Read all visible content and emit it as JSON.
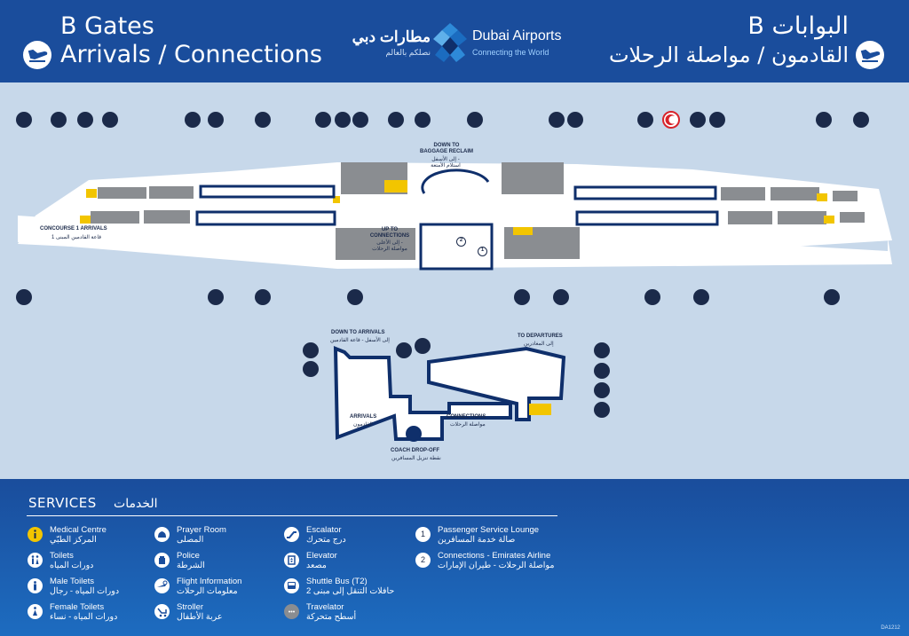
{
  "header": {
    "title_en": "B Gates",
    "subtitle_en": "Arrivals / Connections",
    "title_ar": "البوابات B",
    "subtitle_ar": "القادمون / مواصلة الرحلات",
    "logo_ar_name": "مطارات دبي",
    "logo_ar_tagline": "نصلكم بالعالم",
    "logo_en_name": "Dubai Airports",
    "logo_en_tagline": "Connecting the World",
    "brand_color": "#1a4d9c"
  },
  "map_labels": {
    "down_to_baggage_en": "DOWN TO\nBAGGAGE RECLAIM",
    "down_to_baggage_ar": "إلى الأسفل -\nاستلام الأمتعة",
    "up_to_connections_en": "UP TO\nCONNECTIONS",
    "up_to_connections_ar": "إلى الأعلى -\nمواصلة الرحلات",
    "concourse1_en": "CONCOURSE 1 ARRIVALS",
    "concourse1_ar": "قاعة القادمين المبنى 1",
    "down_to_arrivals_en": "DOWN TO ARRIVALS",
    "down_to_arrivals_ar": "إلى الأسفل - قاعة القادمين",
    "to_departures_en": "TO DEPARTURES",
    "to_departures_ar": "إلى المغادرين",
    "arrivals_en": "ARRIVALS",
    "arrivals_ar": "القادمون",
    "connections_en": "CONNECTIONS",
    "connections_ar": "مواصلة الرحلات",
    "coach_en": "COACH DROP-OFF",
    "coach_ar": "نقطة تنزيل المسافرين",
    "lounge_num": "1",
    "connections_num": "2"
  },
  "services": {
    "heading_en": "SERVICES",
    "heading_ar": "الخدمات",
    "items": [
      {
        "icon": "info-icon",
        "en": "Medical Centre",
        "ar": "المركز الطبّي"
      },
      {
        "icon": "toilets-icon",
        "en": "Toilets",
        "ar": "دورات المياه"
      },
      {
        "icon": "male-toilet-icon",
        "en": "Male Toilets",
        "ar": "دورات المياه - رجال"
      },
      {
        "icon": "female-toilet-icon",
        "en": "Female Toilets",
        "ar": "دورات المياه - نساء"
      },
      {
        "icon": "prayer-room-icon",
        "en": "Prayer Room",
        "ar": "المصلى"
      },
      {
        "icon": "police-icon",
        "en": "Police",
        "ar": "الشرطة"
      },
      {
        "icon": "flight-info-icon",
        "en": "Flight Information",
        "ar": "معلومات الرحلات"
      },
      {
        "icon": "stroller-icon",
        "en": "Stroller",
        "ar": "عربة الأطفال"
      },
      {
        "icon": "escalator-icon",
        "en": "Escalator",
        "ar": "درج متحرك"
      },
      {
        "icon": "elevator-icon",
        "en": "Elevator",
        "ar": "مصعد"
      },
      {
        "icon": "shuttle-bus-icon",
        "en": "Shuttle Bus (T2)",
        "ar": "حافلات التنقل إلى مبنى 2"
      },
      {
        "icon": "travelator-icon",
        "en": "Travelator",
        "ar": "أسطح متحركة"
      },
      {
        "icon": "lounge-icon",
        "en": "Passenger Service Lounge",
        "ar": "صالة خدمة المسافرين",
        "num": "1"
      },
      {
        "icon": "connections-icon",
        "en": "Connections - Emirates Airline",
        "ar": "مواصلة الرحلات - طيران الإمارات",
        "num": "2"
      }
    ]
  },
  "code": "DA1212",
  "colors": {
    "map_bg": "#c7d8ea",
    "gate_block": "#8a8d91",
    "accent_yellow": "#f2c500",
    "navy": "#0f2f6b",
    "medical_red": "#d8232a"
  }
}
